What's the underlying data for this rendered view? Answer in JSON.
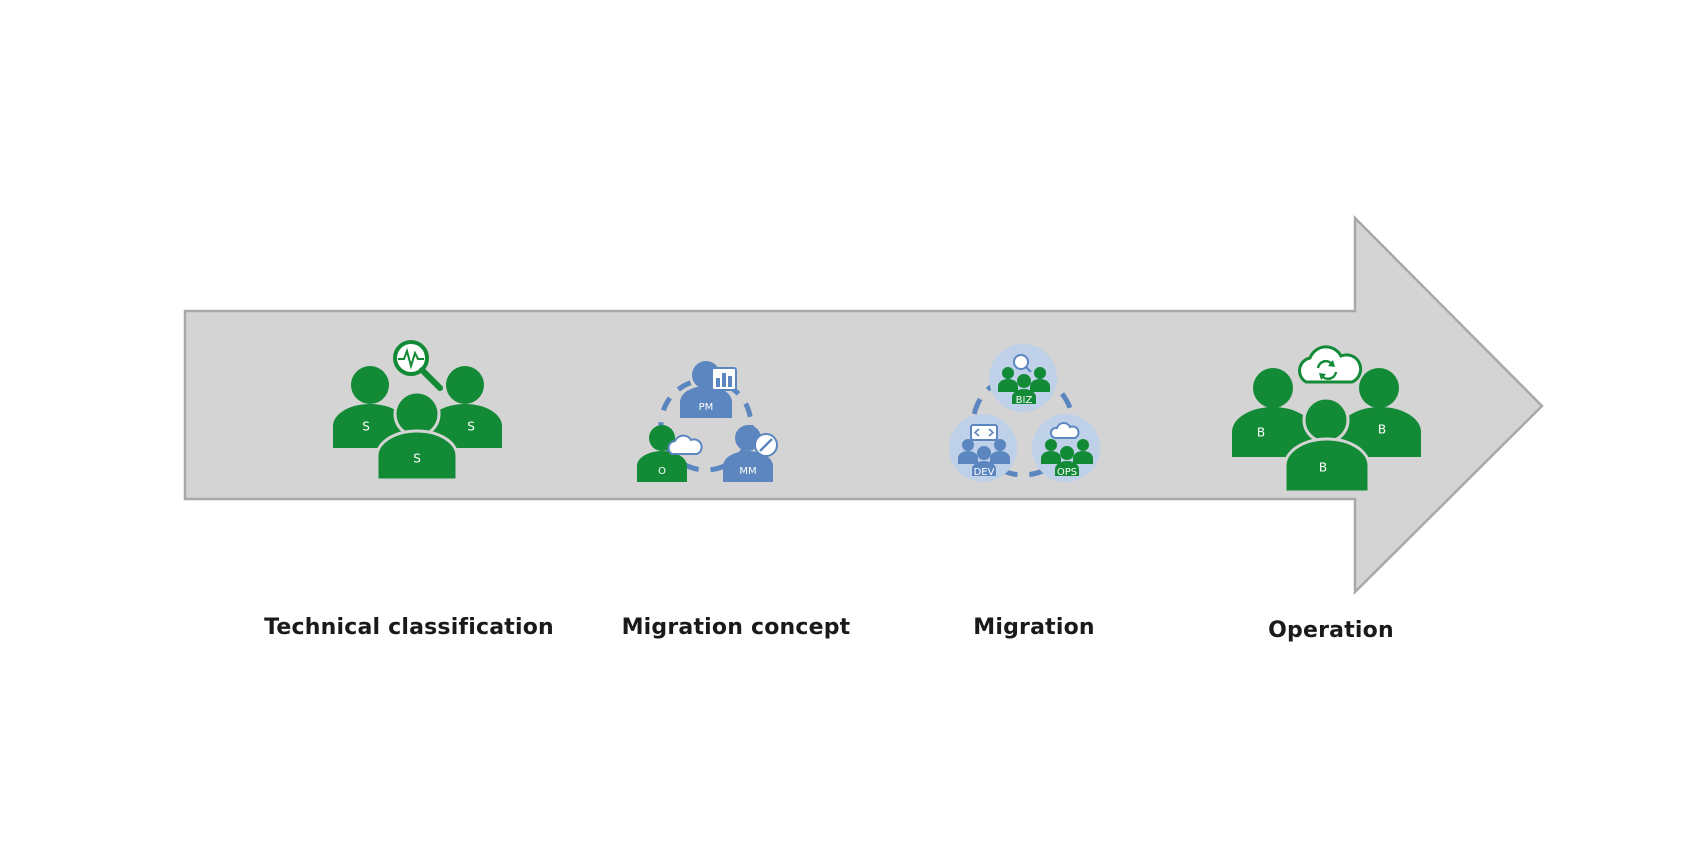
{
  "colors": {
    "arrow_fill": "#d4d4d4",
    "arrow_stroke": "#a8a8a8",
    "green": "#138a36",
    "blue": "#5b86bf",
    "light_blue": "#bfd1e8",
    "label_text": "#1a1a1a"
  },
  "stages": [
    {
      "label": "Technical classification",
      "icon": "people-search-icon",
      "badges": [
        "S",
        "S",
        "S"
      ]
    },
    {
      "label": "Migration concept",
      "icon": "team-cycle-icon",
      "badges": [
        "PM",
        "O",
        "MM"
      ]
    },
    {
      "label": "Migration",
      "icon": "devops-cycle-icon",
      "badges": [
        "BIZ",
        "DEV",
        "OPS"
      ]
    },
    {
      "label": "Operation",
      "icon": "people-cloud-icon",
      "badges": [
        "B",
        "B",
        "B"
      ]
    }
  ]
}
